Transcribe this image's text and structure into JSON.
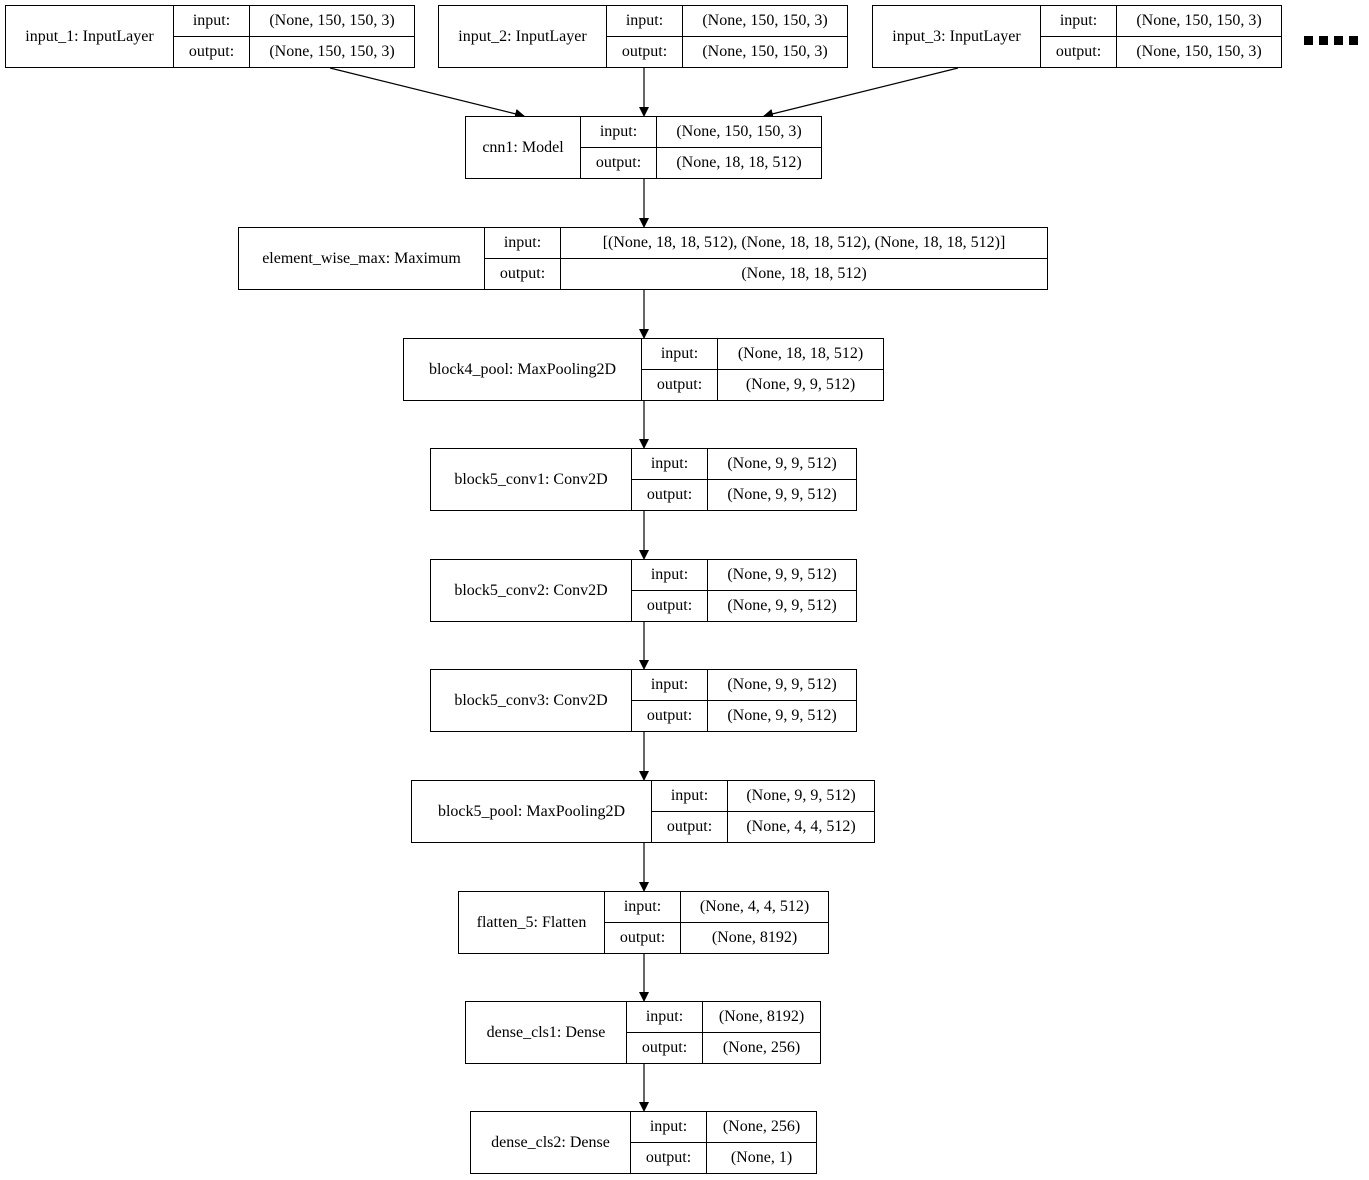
{
  "diagram": {
    "io_labels": {
      "input": "input:",
      "output": "output:"
    },
    "inputs": [
      {
        "name": "input_1: InputLayer",
        "input": "(None, 150, 150, 3)",
        "output": "(None, 150, 150, 3)"
      },
      {
        "name": "input_2: InputLayer",
        "input": "(None, 150, 150, 3)",
        "output": "(None, 150, 150, 3)"
      },
      {
        "name": "input_3: InputLayer",
        "input": "(None, 150, 150, 3)",
        "output": "(None, 150, 150, 3)"
      }
    ],
    "layers": [
      {
        "name": "cnn1: Model",
        "input": "(None, 150, 150, 3)",
        "output": "(None, 18, 18, 512)"
      },
      {
        "name": "element_wise_max: Maximum",
        "input": "[(None, 18, 18, 512), (None, 18, 18, 512), (None, 18, 18, 512)]",
        "output": "(None, 18, 18, 512)"
      },
      {
        "name": "block4_pool: MaxPooling2D",
        "input": "(None, 18, 18, 512)",
        "output": "(None, 9, 9, 512)"
      },
      {
        "name": "block5_conv1: Conv2D",
        "input": "(None, 9, 9, 512)",
        "output": "(None, 9, 9, 512)"
      },
      {
        "name": "block5_conv2: Conv2D",
        "input": "(None, 9, 9, 512)",
        "output": "(None, 9, 9, 512)"
      },
      {
        "name": "block5_conv3: Conv2D",
        "input": "(None, 9, 9, 512)",
        "output": "(None, 9, 9, 512)"
      },
      {
        "name": "block5_pool: MaxPooling2D",
        "input": "(None, 9, 9, 512)",
        "output": "(None, 4, 4, 512)"
      },
      {
        "name": "flatten_5: Flatten",
        "input": "(None, 4, 4, 512)",
        "output": "(None, 8192)"
      },
      {
        "name": "dense_cls1: Dense",
        "input": "(None, 8192)",
        "output": "(None, 256)"
      },
      {
        "name": "dense_cls2: Dense",
        "input": "(None, 256)",
        "output": "(None, 1)"
      }
    ]
  }
}
